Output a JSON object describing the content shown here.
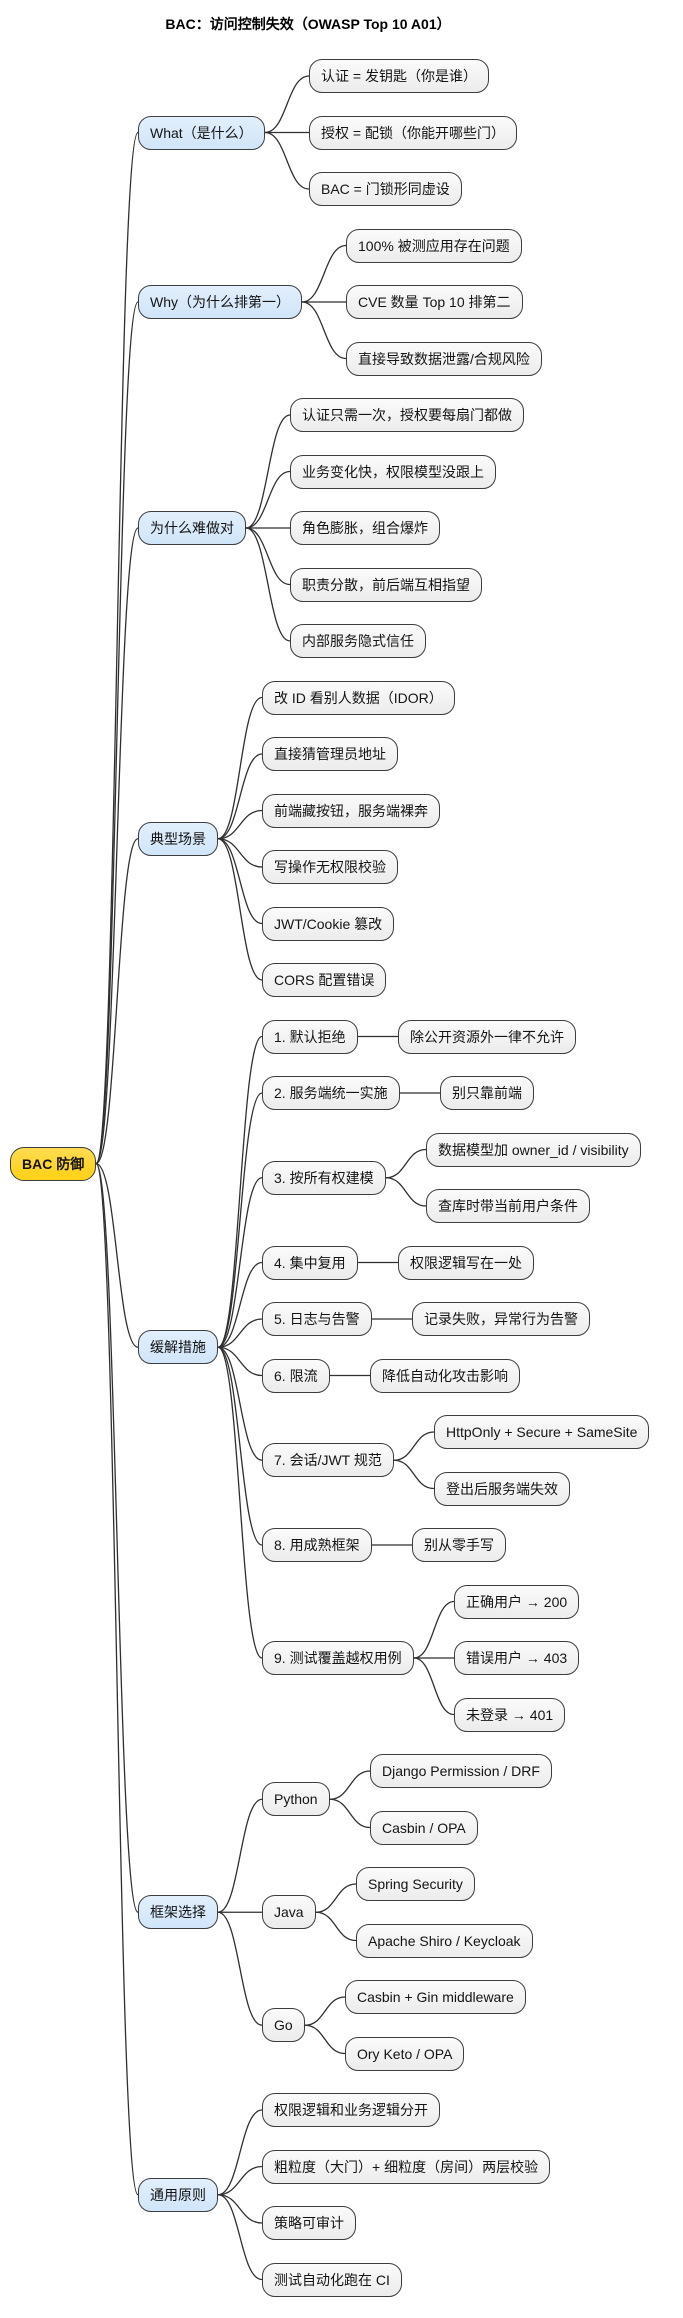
{
  "title": "BAC：访问控制失效（OWASP Top 10 A01）",
  "colors": {
    "root_fill": "#FFD21C",
    "branch_fill": "#D2E6F9",
    "leaf_fill": "#EDEDED",
    "border": "#3D3D3D",
    "connector": "#2F2F2F",
    "text": "#141414"
  },
  "mindmap": {
    "label": "BAC 防御",
    "children": [
      {
        "label": "What（是什么）",
        "children": [
          {
            "label": "认证 = 发钥匙（你是谁）"
          },
          {
            "label": "授权 = 配锁（你能开哪些门）"
          },
          {
            "label": "BAC = 门锁形同虚设"
          }
        ]
      },
      {
        "label": "Why（为什么排第一）",
        "children": [
          {
            "label": "100% 被测应用存在问题"
          },
          {
            "label": "CVE 数量 Top 10 排第二"
          },
          {
            "label": "直接导致数据泄露/合规风险"
          }
        ]
      },
      {
        "label": "为什么难做对",
        "children": [
          {
            "label": "认证只需一次，授权要每扇门都做"
          },
          {
            "label": "业务变化快，权限模型没跟上"
          },
          {
            "label": "角色膨胀，组合爆炸"
          },
          {
            "label": "职责分散，前后端互相指望"
          },
          {
            "label": "内部服务隐式信任"
          }
        ]
      },
      {
        "label": "典型场景",
        "children": [
          {
            "label": "改 ID 看别人数据（IDOR）"
          },
          {
            "label": "直接猜管理员地址"
          },
          {
            "label": "前端藏按钮，服务端裸奔"
          },
          {
            "label": "写操作无权限校验"
          },
          {
            "label": "JWT/Cookie 篡改"
          },
          {
            "label": "CORS 配置错误"
          }
        ]
      },
      {
        "label": "缓解措施",
        "children": [
          {
            "label": "1. 默认拒绝",
            "children": [
              {
                "label": "除公开资源外一律不允许"
              }
            ]
          },
          {
            "label": "2. 服务端统一实施",
            "children": [
              {
                "label": "别只靠前端"
              }
            ]
          },
          {
            "label": "3. 按所有权建模",
            "children": [
              {
                "label": "数据模型加 owner_id / visibility"
              },
              {
                "label": "查库时带当前用户条件"
              }
            ]
          },
          {
            "label": "4. 集中复用",
            "children": [
              {
                "label": "权限逻辑写在一处"
              }
            ]
          },
          {
            "label": "5. 日志与告警",
            "children": [
              {
                "label": "记录失败，异常行为告警"
              }
            ]
          },
          {
            "label": "6. 限流",
            "children": [
              {
                "label": "降低自动化攻击影响"
              }
            ]
          },
          {
            "label": "7. 会话/JWT 规范",
            "children": [
              {
                "label": "HttpOnly + Secure + SameSite"
              },
              {
                "label": "登出后服务端失效"
              }
            ]
          },
          {
            "label": "8. 用成熟框架",
            "children": [
              {
                "label": "别从零手写"
              }
            ]
          },
          {
            "label": "9. 测试覆盖越权用例",
            "children": [
              {
                "label": "正确用户 → 200"
              },
              {
                "label": "错误用户 → 403"
              },
              {
                "label": "未登录 → 401"
              }
            ]
          }
        ]
      },
      {
        "label": "框架选择",
        "children": [
          {
            "label": "Python",
            "children": [
              {
                "label": "Django Permission / DRF"
              },
              {
                "label": "Casbin / OPA"
              }
            ]
          },
          {
            "label": "Java",
            "children": [
              {
                "label": "Spring Security"
              },
              {
                "label": "Apache Shiro / Keycloak"
              }
            ]
          },
          {
            "label": "Go",
            "children": [
              {
                "label": "Casbin + Gin middleware"
              },
              {
                "label": "Ory Keto / OPA"
              }
            ]
          }
        ]
      },
      {
        "label": "通用原则",
        "children": [
          {
            "label": "权限逻辑和业务逻辑分开"
          },
          {
            "label": "粗粒度（大门）+ 细粒度（房间）两层校验"
          },
          {
            "label": "策略可审计"
          },
          {
            "label": "测试自动化跑在 CI"
          }
        ]
      }
    ]
  }
}
